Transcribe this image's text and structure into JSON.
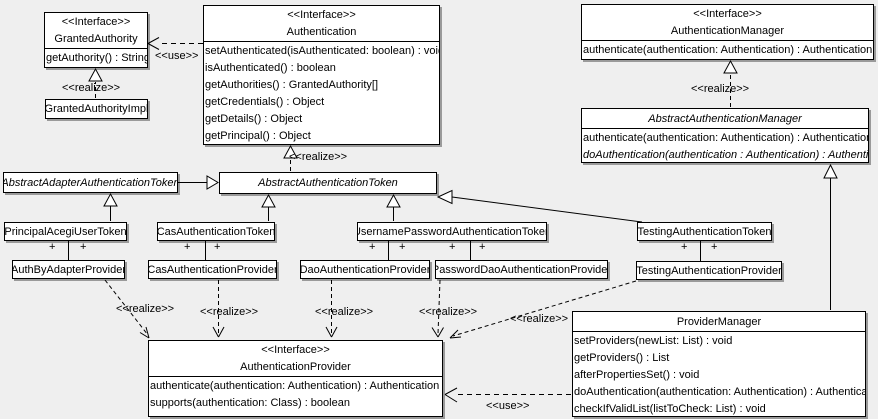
{
  "colors": {
    "background": "#efefef",
    "box_fill": "#ffffff",
    "border": "#000000",
    "shadow": "#9a9a9a",
    "text": "#000000"
  },
  "labels": {
    "use": "<<use>>",
    "realize": "<<realize>>",
    "plus": "+"
  },
  "classes": {
    "granted_authority": {
      "stereotype": "<<Interface>>",
      "name": "GrantedAuthority",
      "methods": [
        "getAuthority() : String"
      ]
    },
    "granted_authority_impl": {
      "name": "GrantedAuthorityImpl"
    },
    "authentication": {
      "stereotype": "<<Interface>>",
      "name": "Authentication",
      "methods": [
        "setAuthenticated(isAuthenticated: boolean) : void",
        "isAuthenticated() : boolean",
        "getAuthorities() : GrantedAuthority[]",
        "getCredentials() : Object",
        "getDetails() : Object",
        "getPrincipal() : Object"
      ]
    },
    "authentication_manager": {
      "stereotype": "<<Interface>>",
      "name": "AuthenticationManager",
      "methods": [
        "authenticate(authentication: Authentication) : Authentication"
      ]
    },
    "abstract_authentication_manager": {
      "name": "AbstractAuthenticationManager",
      "methods": [
        "authenticate(authentication: Authentication) : Authentication",
        "doAuthentication(authentication : Authentication) : Authentication"
      ]
    },
    "abstract_adapter_authentication_token": {
      "name": "AbstractAdapterAuthenticationToken"
    },
    "abstract_authentication_token": {
      "name": "AbstractAuthenticationToken"
    },
    "principal_acegi_user_token": {
      "name": "PrincipalAcegiUserToken"
    },
    "cas_authentication_token": {
      "name": "CasAuthenticationToken"
    },
    "username_password_authentication_token": {
      "name": "UsernamePasswordAuthenticationToken"
    },
    "testing_authentication_token": {
      "name": "TestingAuthenticationToken"
    },
    "auth_by_adapter_provider": {
      "name": "AuthByAdapterProvider"
    },
    "cas_authentication_provider": {
      "name": "CasAuthenticationProvider"
    },
    "dao_authentication_provider": {
      "name": "DaoAuthenticationProvider"
    },
    "password_dao_authentication_provider": {
      "name": "PasswordDaoAuthenticationProvider"
    },
    "testing_authentication_provider": {
      "name": "TestingAuthenticationProvider"
    },
    "authentication_provider": {
      "stereotype": "<<Interface>>",
      "name": "AuthenticationProvider",
      "methods": [
        "authenticate(authentication: Authentication) : Authentication",
        "supports(authentication: Class) : boolean"
      ]
    },
    "provider_manager": {
      "name": "ProviderManager",
      "methods": [
        "setProviders(newList: List) : void",
        "getProviders() : List",
        "afterPropertiesSet() : void",
        "doAuthentication(authentication: Authentication) : Authentication",
        "checkIfValidList(listToCheck: List) : void"
      ]
    }
  }
}
